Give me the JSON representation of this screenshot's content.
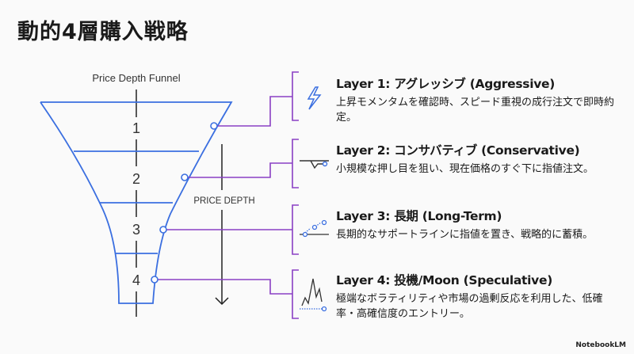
{
  "title": "動的4層購入戦略",
  "funnel": {
    "label": "Price Depth Funnel",
    "axis_label": "PRICE DEPTH",
    "levels": [
      "1",
      "2",
      "3",
      "4"
    ]
  },
  "layers": [
    {
      "title": "Layer 1: アグレッシブ (Aggressive)",
      "desc": "上昇モメンタムを確認時、スピード重視の成行注文で即時約定。",
      "icon": "lightning-icon"
    },
    {
      "title": "Layer 2: コンサバティブ (Conservative)",
      "desc": "小規模な押し目を狙い、現在価格のすぐ下に指値注文。",
      "icon": "dip-icon"
    },
    {
      "title": "Layer 3: 長期 (Long-Term)",
      "desc": "長期的なサポートラインに指値を置き、戦略的に蓄積。",
      "icon": "support-line-icon"
    },
    {
      "title": "Layer 4: 投機/Moon (Speculative)",
      "desc": "極端なボラティリティや市場の過剰反応を利用した、低確率・高確信度のエントリー。",
      "icon": "volatility-icon"
    }
  ],
  "brand": "NotebookLM",
  "colors": {
    "funnel": "#3b6fe0",
    "connector": "#8a3fc4"
  }
}
